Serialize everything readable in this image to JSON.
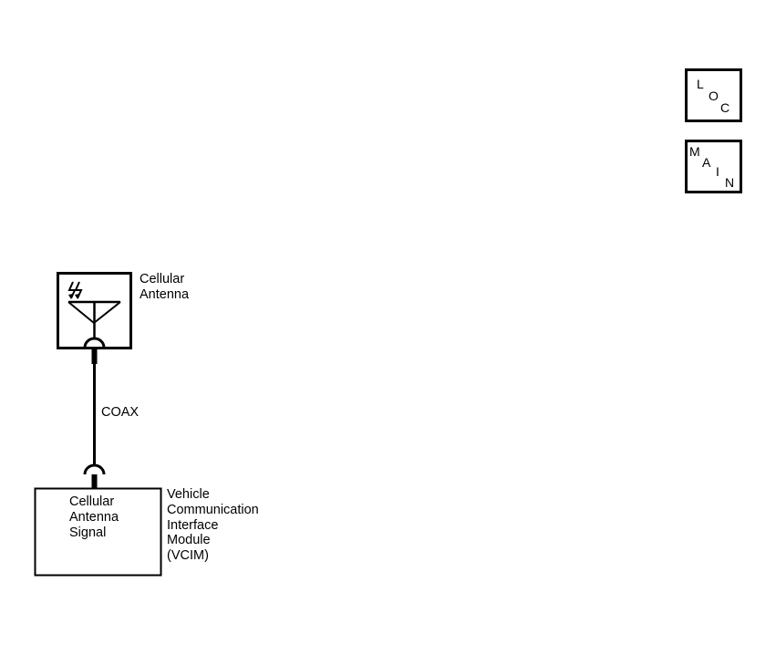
{
  "nav_buttons": {
    "loc": {
      "letters": [
        "L",
        "O",
        "C"
      ]
    },
    "main": {
      "letters": [
        "M",
        "A",
        "I",
        "N"
      ]
    }
  },
  "antenna": {
    "label_lines": [
      "Cellular",
      "Antenna"
    ]
  },
  "wire": {
    "label": "COAX"
  },
  "module": {
    "inner_lines": [
      "Cellular",
      "Antenna",
      "Signal"
    ],
    "label_lines": [
      "Vehicle",
      "Communication",
      "Interface",
      "Module",
      "(VCIM)"
    ]
  },
  "colors": {
    "line": "#000000",
    "background": "#ffffff"
  }
}
